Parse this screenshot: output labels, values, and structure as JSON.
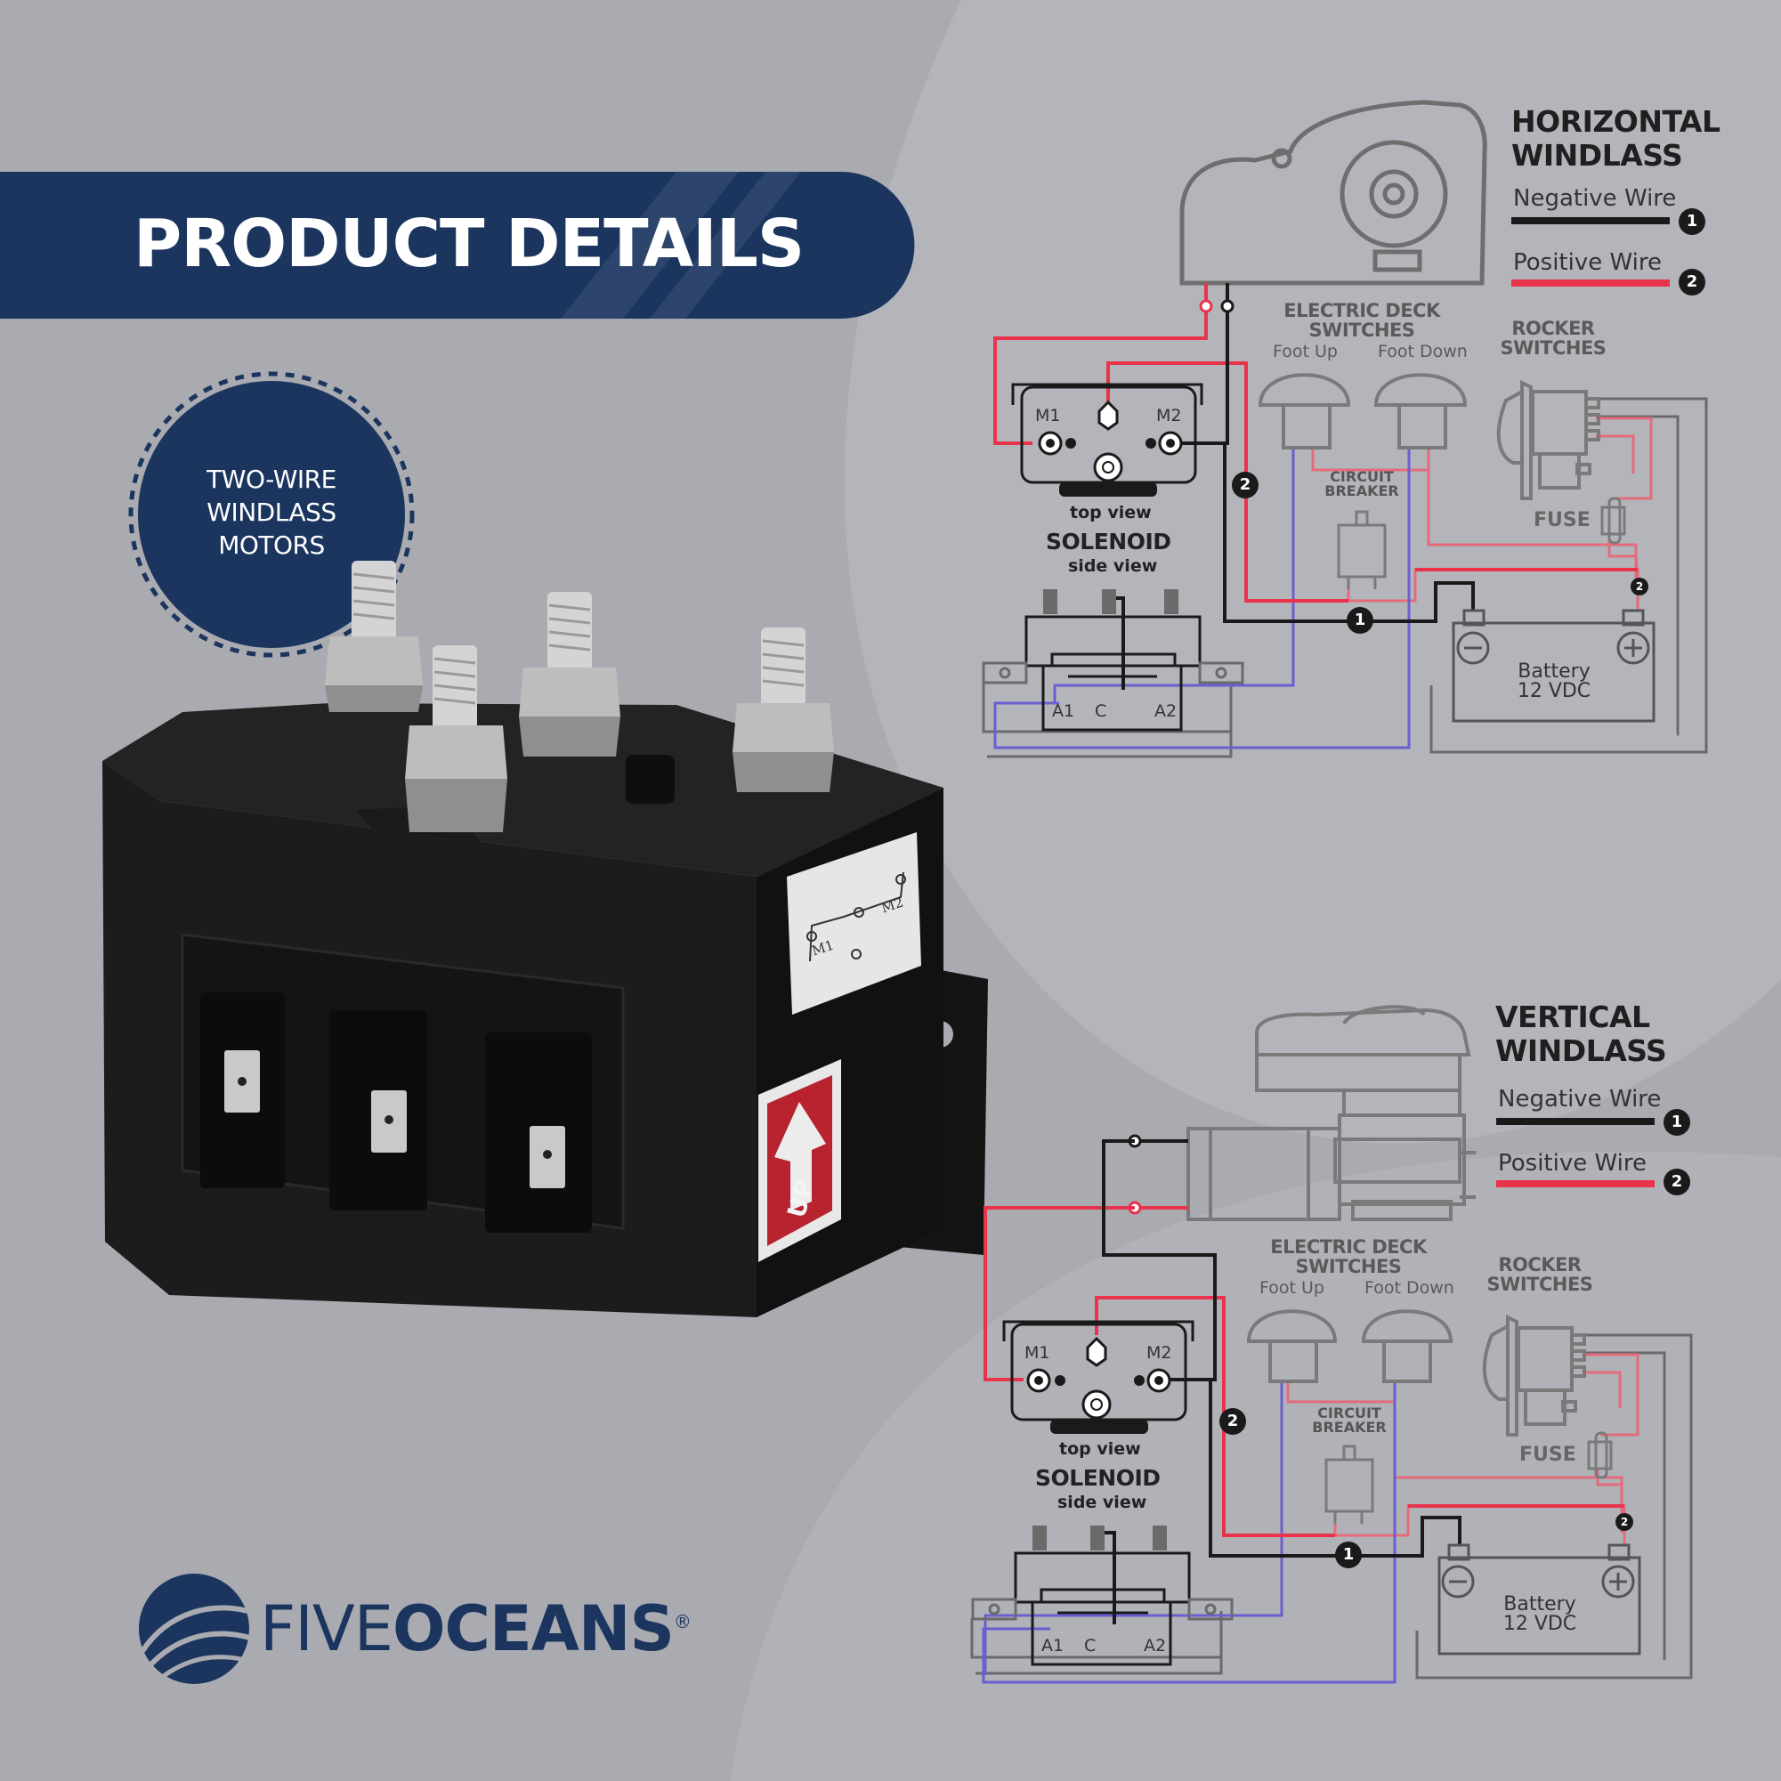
{
  "banner": {
    "title": "PRODUCT DETAILS"
  },
  "badge": {
    "line1": "TWO-WIRE",
    "line2": "WINDLASS",
    "line3": "MOTORS"
  },
  "product": {
    "label_m1": "M1",
    "label_m2": "M2",
    "arrow_text": "UP"
  },
  "brand": {
    "name_light": "FIVE",
    "name_bold": "OCEANS",
    "trademark": "®"
  },
  "colors": {
    "banner": "#1b355f",
    "negative_wire": "#1a1a1a",
    "positive_wire": "#e8334a",
    "switch_wire": "#6a5fd0",
    "diagram_line": "#5b5b5b"
  },
  "diagrams": [
    {
      "id": "horizontal",
      "title_line1": "HORIZONTAL",
      "title_line2": "WINDLASS",
      "legend": [
        {
          "label": "Negative Wire",
          "badge": "1"
        },
        {
          "label": "Positive Wire",
          "badge": "2"
        }
      ],
      "deck_switches_line1": "ELECTRIC DECK",
      "deck_switches_line2": "SWITCHES",
      "foot_up": "Foot Up",
      "foot_down": "Foot Down",
      "rocker_line1": "ROCKER",
      "rocker_line2": "SWITCHES",
      "fuse": "FUSE",
      "circuit_breaker_line1": "CIRCUIT",
      "circuit_breaker_line2": "BREAKER",
      "solenoid": {
        "top_m1": "M1",
        "top_m2": "M2",
        "top_view": "top view",
        "name": "SOLENOID",
        "side_view": "side view",
        "a1": "A1",
        "c": "C",
        "a2": "A2"
      },
      "battery_line1": "Battery",
      "battery_line2": "12 VDC",
      "marker_negative": "1",
      "marker_positive": "2",
      "marker_small": "2"
    },
    {
      "id": "vertical",
      "title_line1": "VERTICAL",
      "title_line2": "WINDLASS",
      "legend": [
        {
          "label": "Negative Wire",
          "badge": "1"
        },
        {
          "label": "Positive Wire",
          "badge": "2"
        }
      ],
      "deck_switches_line1": "ELECTRIC DECK",
      "deck_switches_line2": "SWITCHES",
      "foot_up": "Foot Up",
      "foot_down": "Foot Down",
      "rocker_line1": "ROCKER",
      "rocker_line2": "SWITCHES",
      "fuse": "FUSE",
      "circuit_breaker_line1": "CIRCUIT",
      "circuit_breaker_line2": "BREAKER",
      "solenoid": {
        "top_m1": "M1",
        "top_m2": "M2",
        "top_view": "top view",
        "name": "SOLENOID",
        "side_view": "side view",
        "a1": "A1",
        "c": "C",
        "a2": "A2"
      },
      "battery_line1": "Battery",
      "battery_line2": "12 VDC",
      "marker_negative": "1",
      "marker_positive": "2",
      "marker_small": "2"
    }
  ]
}
